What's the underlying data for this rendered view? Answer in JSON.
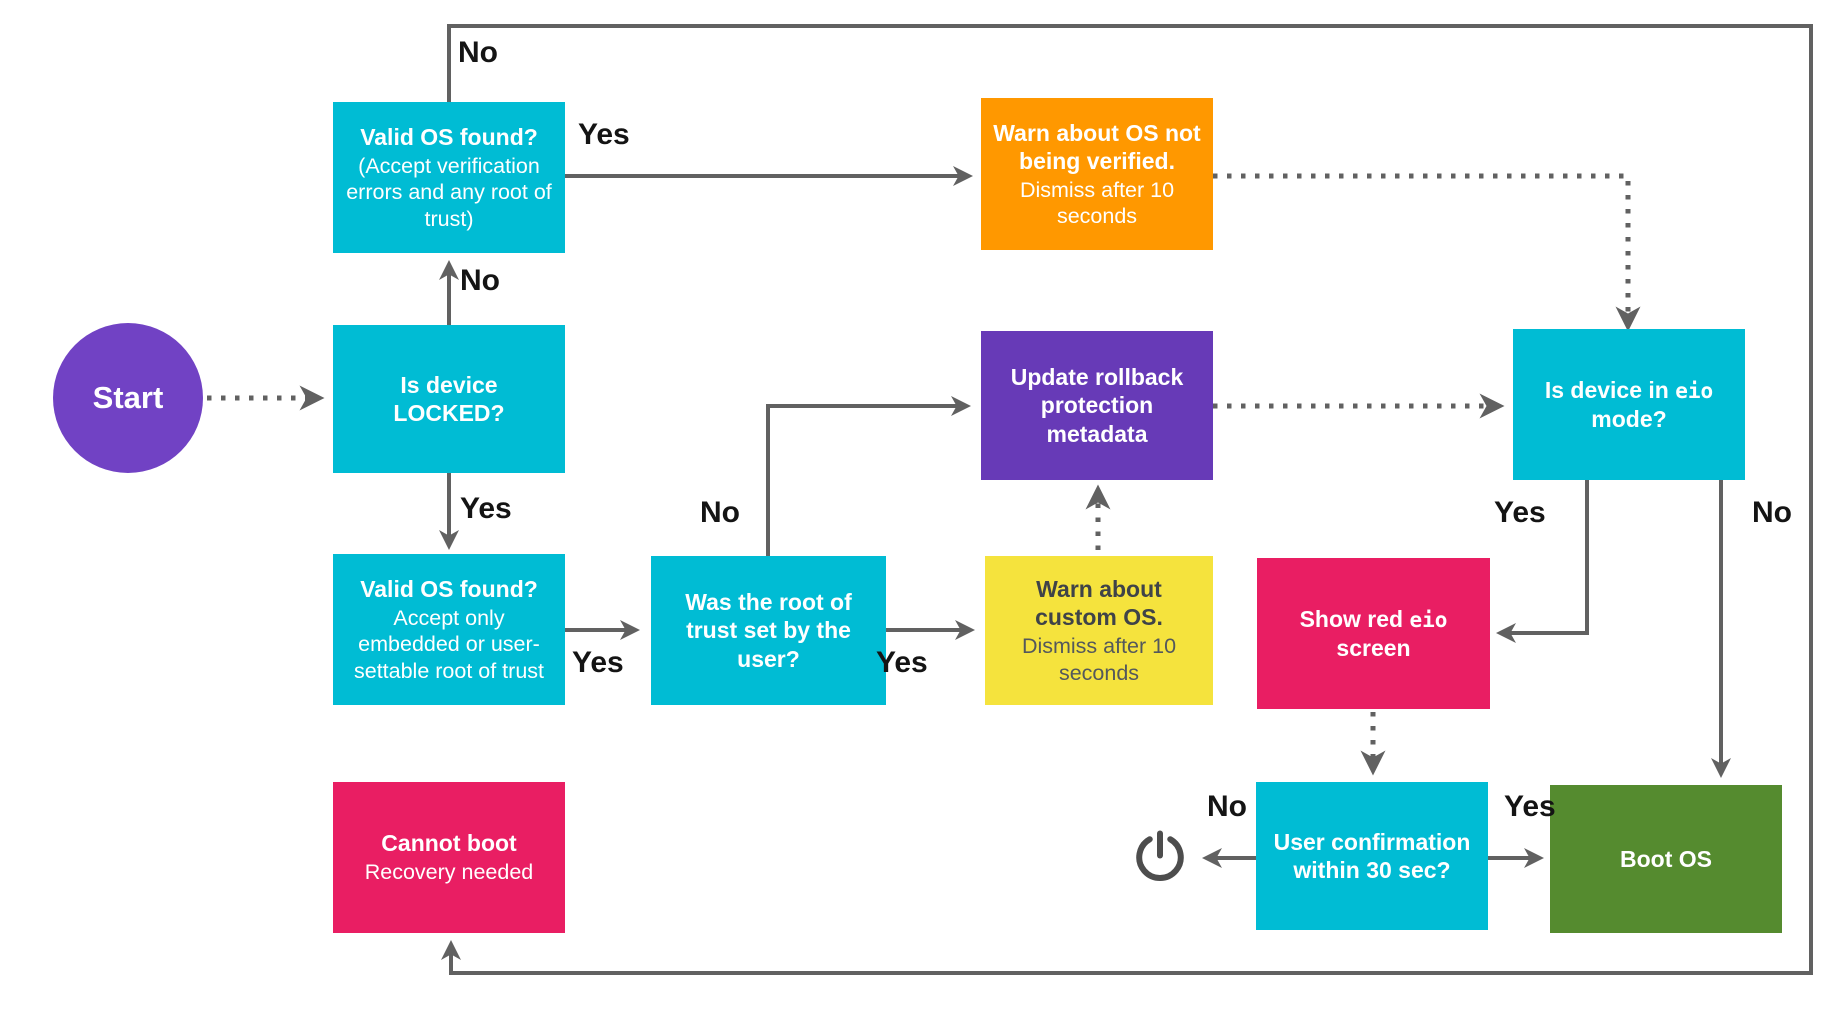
{
  "colors": {
    "cyan": "#00BCD4",
    "purple-box": "#673AB7",
    "purple-circle": "#7142C4",
    "orange": "#FF9800",
    "yellow": "#F5E33D",
    "pink": "#E91E63",
    "green": "#558B2F",
    "line": "#616161",
    "label": "#141414",
    "yellow-text": "#3F4348",
    "yellow-subtext": "#54585C",
    "power-icon": "#4D4D4D"
  },
  "nodes": {
    "start": {
      "title": "Start"
    },
    "valid_os_any": {
      "title": "Valid OS found?",
      "subtitle": "(Accept verification errors and any root of trust)"
    },
    "warn_unverified": {
      "title": "Warn about OS not being verified.",
      "subtitle": "Dismiss after 10 seconds"
    },
    "is_locked": {
      "title": "Is device LOCKED?"
    },
    "update_rollback": {
      "title": "Update rollback protection metadata"
    },
    "is_eio": {
      "pre": "Is device in ",
      "code": "eio",
      "post": " mode?"
    },
    "valid_os_strict": {
      "title": "Valid OS found?",
      "subtitle": "Accept only embedded or user-settable root of trust"
    },
    "root_of_trust": {
      "title": "Was the root of trust set by the user?"
    },
    "warn_custom": {
      "title": "Warn about custom OS.",
      "subtitle": "Dismiss after 10 seconds"
    },
    "show_red_eio": {
      "pre": "Show red ",
      "code": "eio",
      "post": " screen"
    },
    "cannot_boot": {
      "title": "Cannot boot",
      "subtitle": "Recovery needed"
    },
    "user_confirmation": {
      "title": "User confirmation within 30 sec?"
    },
    "boot_os": {
      "title": "Boot OS"
    }
  },
  "edge_labels": {
    "valid_any_no": "No",
    "valid_any_yes": "Yes",
    "locked_no": "No",
    "locked_yes": "Yes",
    "root_no": "No",
    "valid_strict_yes": "Yes",
    "root_yes": "Yes",
    "eio_yes": "Yes",
    "eio_no": "No",
    "confirm_no": "No",
    "confirm_yes": "Yes"
  },
  "icons": {
    "power_off": "power-icon"
  }
}
